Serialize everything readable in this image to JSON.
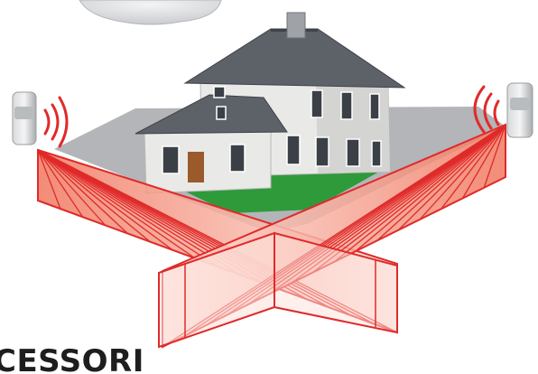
{
  "heading": {
    "text": "CESSORI"
  },
  "scene": {
    "subject": "house",
    "sensor_count": 2,
    "beam_fan_lines": 16,
    "colors": {
      "beam": "#e02a2a",
      "beam_fill_light": "#fde2dc",
      "beam_fill_dark": "#f0785f",
      "ground": "#b3b5b8",
      "lawn": "#2f9a3a",
      "roof": "#5d6168",
      "walls": "#e9e9e7",
      "door": "#9a5a2c",
      "heading_text": "#1e1e1e"
    },
    "icons": {
      "sensor": "pir-sensor-icon",
      "signal": "wireless-signal-icon",
      "cloud": "cloud-shape"
    }
  }
}
